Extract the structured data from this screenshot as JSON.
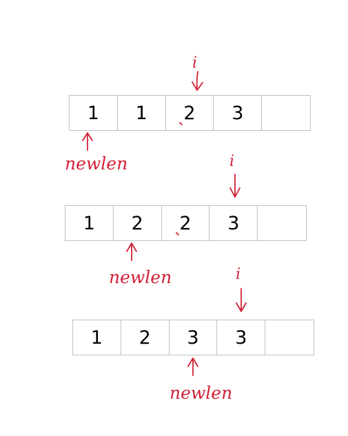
{
  "arrays": [
    {
      "cells": [
        "1",
        "1",
        "2",
        "3",
        ""
      ]
    },
    {
      "cells": [
        "1",
        "2",
        "2",
        "3",
        ""
      ]
    },
    {
      "cells": [
        "1",
        "2",
        "3",
        "3",
        ""
      ]
    }
  ],
  "annotations": {
    "pointer_label": "newlen",
    "index_label": "i"
  },
  "colors": {
    "ink": "#d21f36",
    "cell_border": "#bfbfbf",
    "text": "#000000"
  }
}
